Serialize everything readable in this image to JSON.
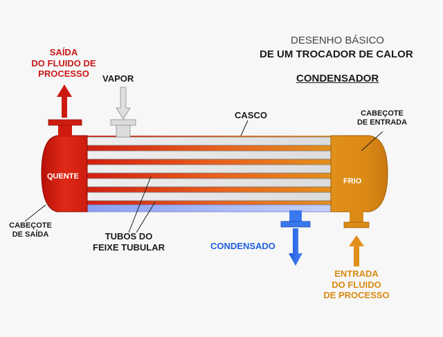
{
  "title": {
    "line1": "DESENHO BÁSICO",
    "line2": "DE UM TROCADOR DE CALOR",
    "subtitle": "CONDENSADOR"
  },
  "labels": {
    "saida_fluido": [
      "SAÍDA",
      "DO FLUIDO DE",
      "PROCESSO"
    ],
    "vapor": "VAPOR",
    "casco": "CASCO",
    "cabecote_entrada": [
      "CABEÇOTE",
      "DE ENTRADA"
    ],
    "quente": "QUENTE",
    "frio": "FRIO",
    "cabecote_saida": [
      "CABEÇOTE",
      "DE SAÍDA"
    ],
    "tubos": [
      "TUBOS DO",
      "FEIXE TUBULAR"
    ],
    "condensado": "CONDENSADO",
    "entrada_fluido": [
      "ENTRADA",
      "DO FLUIDO",
      "DE PROCESSO"
    ]
  },
  "colors": {
    "hot": "#d01c10",
    "cold": "#e0901a",
    "vapor": "#d6d6d6",
    "condensate": "#1f5fe0",
    "tube_light": "#e8e8e8"
  }
}
